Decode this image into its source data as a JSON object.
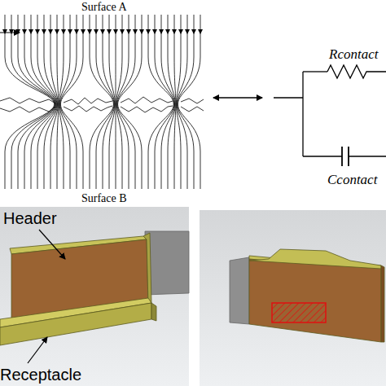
{
  "diagram": {
    "labels": [
      "Surface A",
      "Surface B",
      "Rcontact",
      "Ccontact",
      "Header",
      "Receptacle"
    ]
  }
}
